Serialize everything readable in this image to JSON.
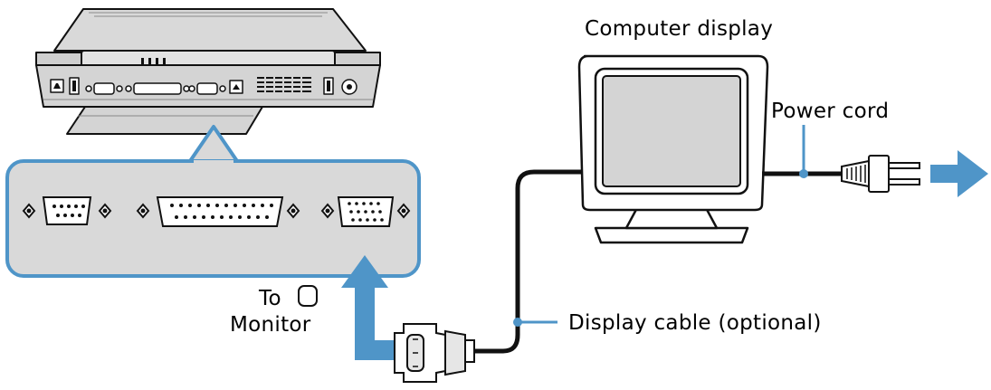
{
  "labels": {
    "computer_display": "Computer display",
    "power_cord": "Power cord",
    "to": "To",
    "monitor": "Monitor",
    "display_cable": "Display cable (optional)"
  },
  "colors": {
    "callout_blue": "#4f95c8",
    "callout_fill": "#d9d9d9",
    "laptop_gray": "#d4d4d4",
    "outline": "#111111"
  },
  "icons": {
    "monitor_port_icon": "monitor-symbol-icon",
    "arrow_up": "arrow-up-icon",
    "arrow_right": "arrow-right-icon"
  }
}
